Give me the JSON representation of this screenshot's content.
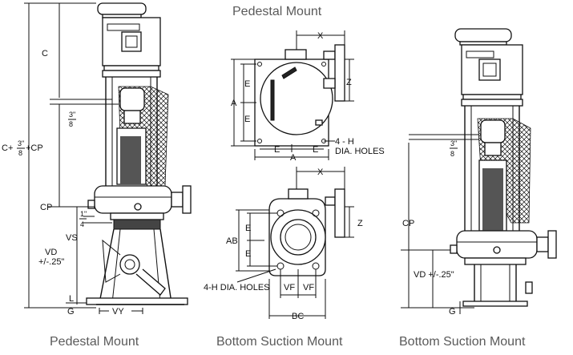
{
  "captions": {
    "top": "Pedestal Mount",
    "left": "Pedestal Mount",
    "middle": "Bottom Suction Mount",
    "right": "Bottom Suction Mount"
  },
  "left_drawing": {
    "c": "C",
    "c_plus_cp_a": "C+",
    "c_plus_cp_num": "3\"",
    "c_plus_cp_den": "8",
    "c_plus_cp_b": "+CP",
    "frac_num": "3\"",
    "frac_den": "8",
    "cp": "CP",
    "quarter_num": "1\"",
    "quarter_den": "4",
    "vs": "VS",
    "vd": "VD",
    "vd_tol": "+/-.25\"",
    "l": "L",
    "g": "G",
    "vy": "VY"
  },
  "top_middle": {
    "x": "X",
    "z": "Z",
    "a_side": "A",
    "e1": "E",
    "e2": "E",
    "e3": "E",
    "e4": "E",
    "a_bottom": "A",
    "holes_1": "4 - H",
    "holes_2": "DIA. HOLES"
  },
  "bottom_middle": {
    "x": "X",
    "z": "Z",
    "ab": "AB",
    "e1": "E",
    "e2": "E",
    "holes": "4-H DIA. HOLES",
    "vf1": "VF",
    "vf2": "VF",
    "bc": "BC"
  },
  "right_drawing": {
    "frac_num": "3\"",
    "frac_den": "8",
    "cp": "CP",
    "vd": "VD +/-.25\"",
    "g": "G"
  }
}
